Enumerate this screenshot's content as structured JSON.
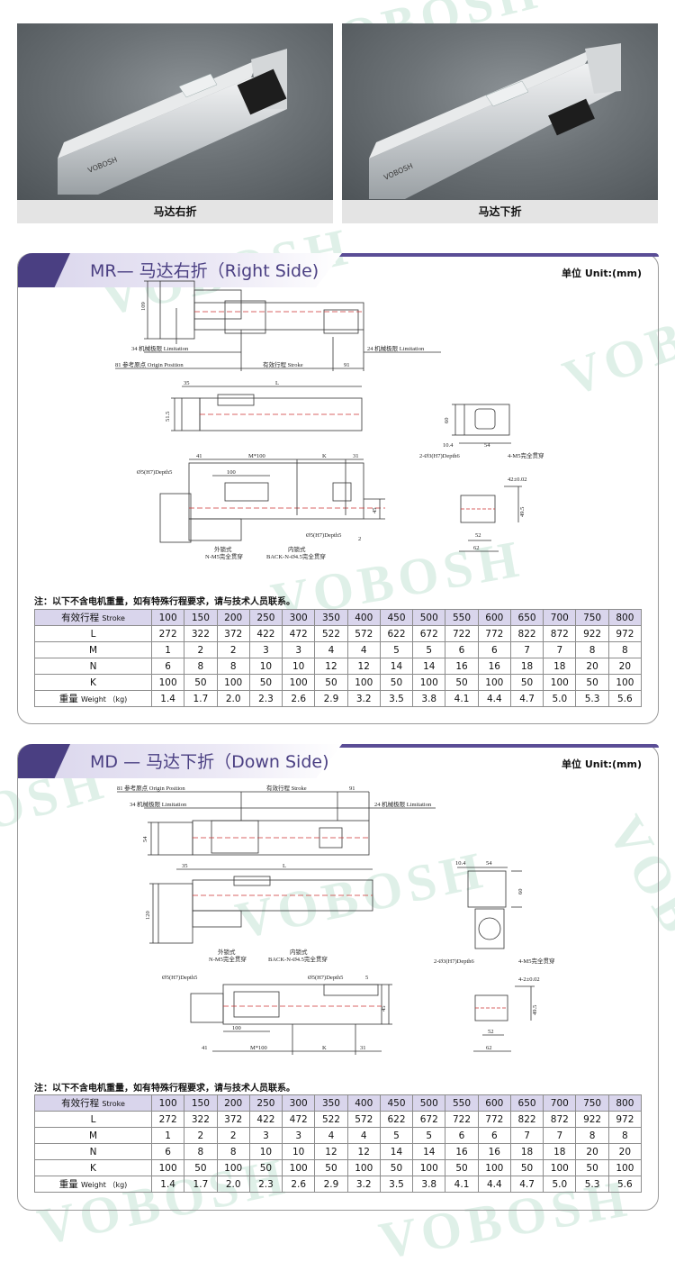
{
  "brand": "VOBOSH",
  "photos": [
    {
      "caption": "马达右折",
      "logo": "VOBOSH"
    },
    {
      "caption": "马达下折",
      "logo": "VOBOSH"
    }
  ],
  "sections": [
    {
      "title": "MR— 马达右折（Right Side)",
      "unit": "单位 Unit:(mm)",
      "drawing_labels": {
        "height": "109",
        "limit_left": "34 机械极限 Limitation",
        "limit_right": "24 机械极限 Limitation",
        "origin": "81 参考原点 Origin Position",
        "stroke": "有效行程 Stroke",
        "d91": "91",
        "d35": "35",
        "L": "L",
        "d51_5": "51.5",
        "d41": "41",
        "m100": "M*100",
        "K": "K",
        "d31": "31",
        "d100": "100",
        "pin_hole": "Ø5(H7)Depth5",
        "pin_hole2": "Ø5(H7)Depth5",
        "d45": "45",
        "d2": "2",
        "outer_lock": "外锁式",
        "outer_thread": "N-M5完全贯穿",
        "inner_lock": "内锁式",
        "inner_thread": "BACK-N-Ø4.5完全贯穿",
        "s60": "60",
        "s10_4": "10.4",
        "s54": "54",
        "s_hole": "2-Ø3(H7)Depth6",
        "s_m5": "4-M5完全贯穿",
        "s42": "42±0.02",
        "s49_5": "49.5",
        "s52": "52",
        "s62": "62"
      },
      "note": "注：以下不含电机重量，如有特殊行程要求，请与技术人员联系。",
      "table": {
        "header_label": "有效行程",
        "header_sub": "Stroke",
        "strokes": [
          "100",
          "150",
          "200",
          "250",
          "300",
          "350",
          "400",
          "450",
          "500",
          "550",
          "600",
          "650",
          "700",
          "750",
          "800"
        ],
        "rows": [
          {
            "label": "L",
            "sub": "",
            "values": [
              "272",
              "322",
              "372",
              "422",
              "472",
              "522",
              "572",
              "622",
              "672",
              "722",
              "772",
              "822",
              "872",
              "922",
              "972"
            ]
          },
          {
            "label": "M",
            "sub": "",
            "values": [
              "1",
              "2",
              "2",
              "3",
              "3",
              "4",
              "4",
              "5",
              "5",
              "6",
              "6",
              "7",
              "7",
              "8",
              "8"
            ]
          },
          {
            "label": "N",
            "sub": "",
            "values": [
              "6",
              "8",
              "8",
              "10",
              "10",
              "12",
              "12",
              "14",
              "14",
              "16",
              "16",
              "18",
              "18",
              "20",
              "20"
            ]
          },
          {
            "label": "K",
            "sub": "",
            "values": [
              "100",
              "50",
              "100",
              "50",
              "100",
              "50",
              "100",
              "50",
              "100",
              "50",
              "100",
              "50",
              "100",
              "50",
              "100"
            ]
          },
          {
            "label": "重量",
            "sub": "Weight （kg)",
            "values": [
              "1.4",
              "1.7",
              "2.0",
              "2.3",
              "2.6",
              "2.9",
              "3.2",
              "3.5",
              "3.8",
              "4.1",
              "4.4",
              "4.7",
              "5.0",
              "5.3",
              "5.6"
            ]
          }
        ]
      }
    },
    {
      "title": "MD — 马达下折（Down Side)",
      "unit": "单位 Unit:(mm)",
      "drawing_labels": {
        "origin": "81 参考原点 Origin Position",
        "stroke": "有效行程 Stroke",
        "d91": "91",
        "limit_left": "34 机械极限 Limitation",
        "limit_right": "24 机械极限 Limitation",
        "d54": "54",
        "d35": "35",
        "L": "L",
        "d120": "120",
        "outer_lock": "外锁式",
        "outer_thread": "N-M5完全贯穿",
        "inner_lock": "内锁式",
        "inner_thread": "BACK-N-Ø4.5完全贯穿",
        "pin_hole": "Ø5(H7)Depth5",
        "pin_hole2": "Ø5(H7)Depth5",
        "d5": "5",
        "d45": "45",
        "d100": "100",
        "d41": "41",
        "m100": "M*100",
        "K": "K",
        "d31": "31",
        "s10_4": "10.4",
        "s54": "54",
        "s60": "60",
        "s_hole": "2-Ø3(H7)Depth6",
        "s_m5": "4-M5完全贯穿",
        "s42": "4-2±0.02",
        "s49_5": "49.5",
        "s52": "52",
        "s62": "62"
      },
      "note": "注：以下不含电机重量，如有特殊行程要求，请与技术人员联系。",
      "table": {
        "header_label": "有效行程",
        "header_sub": "Stroke",
        "strokes": [
          "100",
          "150",
          "200",
          "250",
          "300",
          "350",
          "400",
          "450",
          "500",
          "550",
          "600",
          "650",
          "700",
          "750",
          "800"
        ],
        "rows": [
          {
            "label": "L",
            "sub": "",
            "values": [
              "272",
              "322",
              "372",
              "422",
              "472",
              "522",
              "572",
              "622",
              "672",
              "722",
              "772",
              "822",
              "872",
              "922",
              "972"
            ]
          },
          {
            "label": "M",
            "sub": "",
            "values": [
              "1",
              "2",
              "2",
              "3",
              "3",
              "4",
              "4",
              "5",
              "5",
              "6",
              "6",
              "7",
              "7",
              "8",
              "8"
            ]
          },
          {
            "label": "N",
            "sub": "",
            "values": [
              "6",
              "8",
              "8",
              "10",
              "10",
              "12",
              "12",
              "14",
              "14",
              "16",
              "16",
              "18",
              "18",
              "20",
              "20"
            ]
          },
          {
            "label": "K",
            "sub": "",
            "values": [
              "100",
              "50",
              "100",
              "50",
              "100",
              "50",
              "100",
              "50",
              "100",
              "50",
              "100",
              "50",
              "100",
              "50",
              "100"
            ]
          },
          {
            "label": "重量",
            "sub": "Weight （kg)",
            "values": [
              "1.4",
              "1.7",
              "2.0",
              "2.3",
              "2.6",
              "2.9",
              "3.2",
              "3.5",
              "3.8",
              "4.1",
              "4.4",
              "4.7",
              "5.0",
              "5.3",
              "5.6"
            ]
          }
        ]
      }
    }
  ]
}
